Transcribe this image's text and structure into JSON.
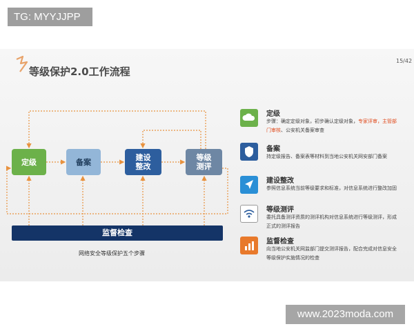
{
  "watermark_tl": "TG: MYYJJPP",
  "watermark_br": "www.2023moda.com",
  "slide": {
    "title": "等级保护2.0工作流程",
    "page_number": "15/42",
    "steps": {
      "s1": "定级",
      "s2": "备案",
      "s3_line1": "建设",
      "s3_line2": "整改",
      "s4_line1": "等级",
      "s4_line2": "测评"
    },
    "supervision": "监督检查",
    "caption": "网络安全等级保护五个步骤",
    "items": [
      {
        "title": "定级",
        "desc_a": "步骤：确定定级对象，初步确认定级对象，",
        "desc_red": "专家评审，主管部门审核",
        "desc_b": "、公安机关备案审查",
        "icon": "cloud-icon",
        "color": "#6cb14a"
      },
      {
        "title": "备案",
        "desc": "持定级报告、备案表等材料到当地公安机关网安部门备案",
        "icon": "shield-icon",
        "color": "#2d5e9e"
      },
      {
        "title": "建设整改",
        "desc": "参照信息系统当前等级要求和标准，对信息系统进行整改加固",
        "icon": "cursor-arrow-icon",
        "color": "#2a8fd6"
      },
      {
        "title": "等级测评",
        "desc": "委托具备测评资质的测评机构对信息系统进行等级测评，形成正式的测评报告",
        "icon": "wifi-icon",
        "color": "#ffffff"
      },
      {
        "title": "监督检查",
        "desc": "向当地公安机关网监部门提交测评报告，配合完成对信息安全等级保护实施情况的检查",
        "icon": "bar-chart-icon",
        "color": "#e8792b"
      }
    ],
    "accent_color": "#e8a36a"
  }
}
